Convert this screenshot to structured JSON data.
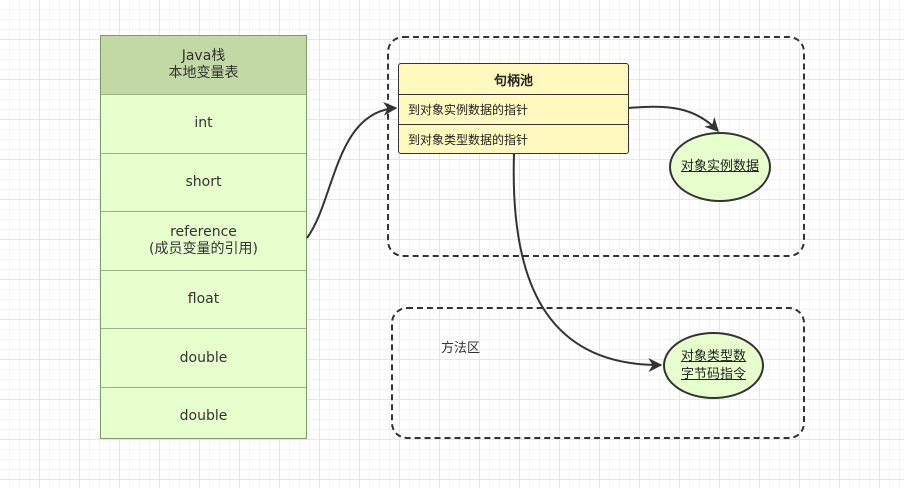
{
  "java_stack": {
    "title": "Java栈\n本地变量表",
    "rows": [
      "int",
      "short",
      "reference\n(成员变量的引用)",
      "float",
      "double",
      "double"
    ]
  },
  "handle_pool": {
    "title": "句柄池",
    "items": [
      "到对象实例数据的指针",
      "到对象类型数据的指针"
    ]
  },
  "nodes": {
    "instance_data": "对象实例数据",
    "type_data": "对象类型数\n字节码指令"
  },
  "method_area_label": "方法区",
  "colors": {
    "stack_header": "#c3d9a5",
    "stack_body": "#e6ffcc",
    "handle_pool": "#fff9c0",
    "ellipse_fill": "#e6ffcc",
    "stroke": "#333333"
  }
}
